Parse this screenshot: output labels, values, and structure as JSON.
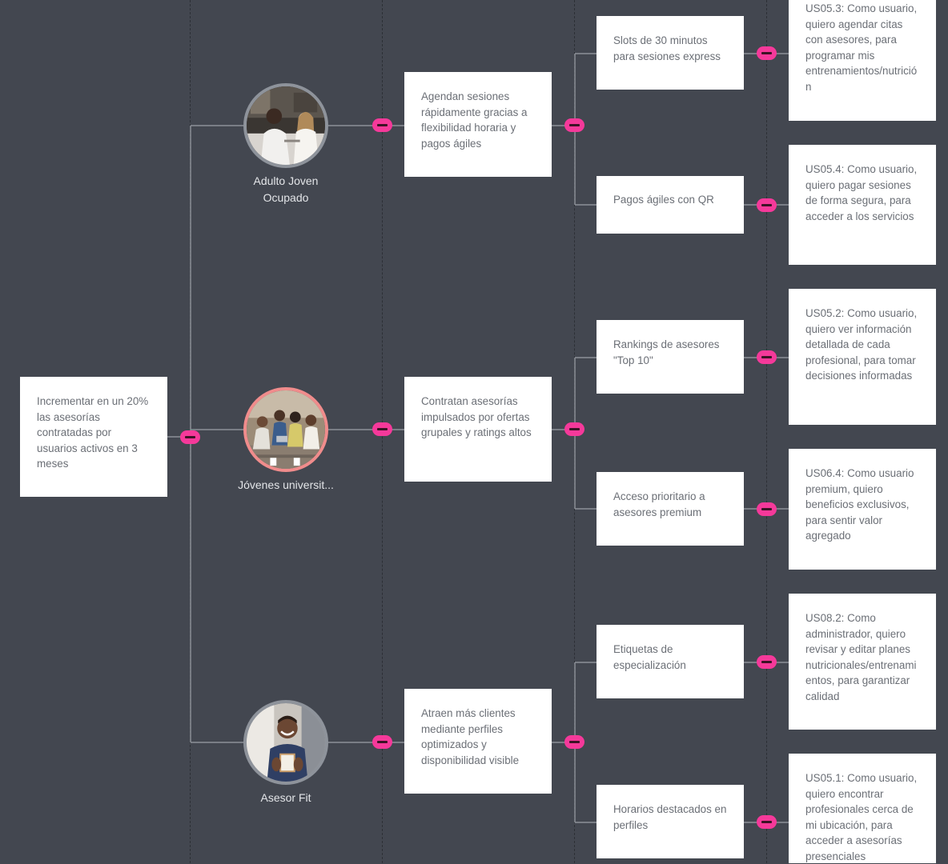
{
  "root": {
    "text": "Incrementar en un 20% las asesorías contratadas por usuarios activos en 3 meses"
  },
  "personas": [
    {
      "label": "Adulto Joven Ocupado",
      "impact": "Agendan sesiones rápidamente gracias a flexibilidad horaria y pagos ágiles",
      "features": [
        {
          "text": "Slots de 30 minutos para sesiones express",
          "story": "US05.3: Como usuario, quiero agendar citas con asesores, para programar mis entrenamientos/nutrición"
        },
        {
          "text": "Pagos ágiles con QR",
          "story": "US05.4: Como usuario, quiero pagar sesiones de forma segura, para acceder a los servicios"
        }
      ]
    },
    {
      "label": "Jóvenes universit...",
      "impact": "Contratan asesorías impulsados por ofertas grupales y ratings altos",
      "features": [
        {
          "text": "Rankings de asesores \"Top 10\"",
          "story": "US05.2: Como usuario, quiero ver información detallada de cada profesional, para tomar decisiones informadas"
        },
        {
          "text": "Acceso prioritario a asesores premium",
          "story": "US06.4: Como usuario premium, quiero beneficios exclusivos, para sentir valor agregado"
        }
      ]
    },
    {
      "label": "Asesor Fit",
      "impact": "Atraen más clientes mediante perfiles optimizados y disponibilidad visible",
      "features": [
        {
          "text": "Etiquetas de especialización",
          "story": "US08.2: Como administrador, quiero revisar y editar planes nutricionales/entrenamientos, para garantizar calidad"
        },
        {
          "text": "Horarios destacados en perfiles",
          "story": "US05.1: Como usuario, quiero encontrar profesionales cerca de mi ubicación, para acceder a asesorías presenciales"
        }
      ]
    }
  ],
  "colors": {
    "background": "#434750",
    "connector": "#8c9097",
    "toggle": "#f5399a",
    "card": "#ffffff"
  },
  "icons": {
    "toggle": "collapse-minus-icon"
  }
}
